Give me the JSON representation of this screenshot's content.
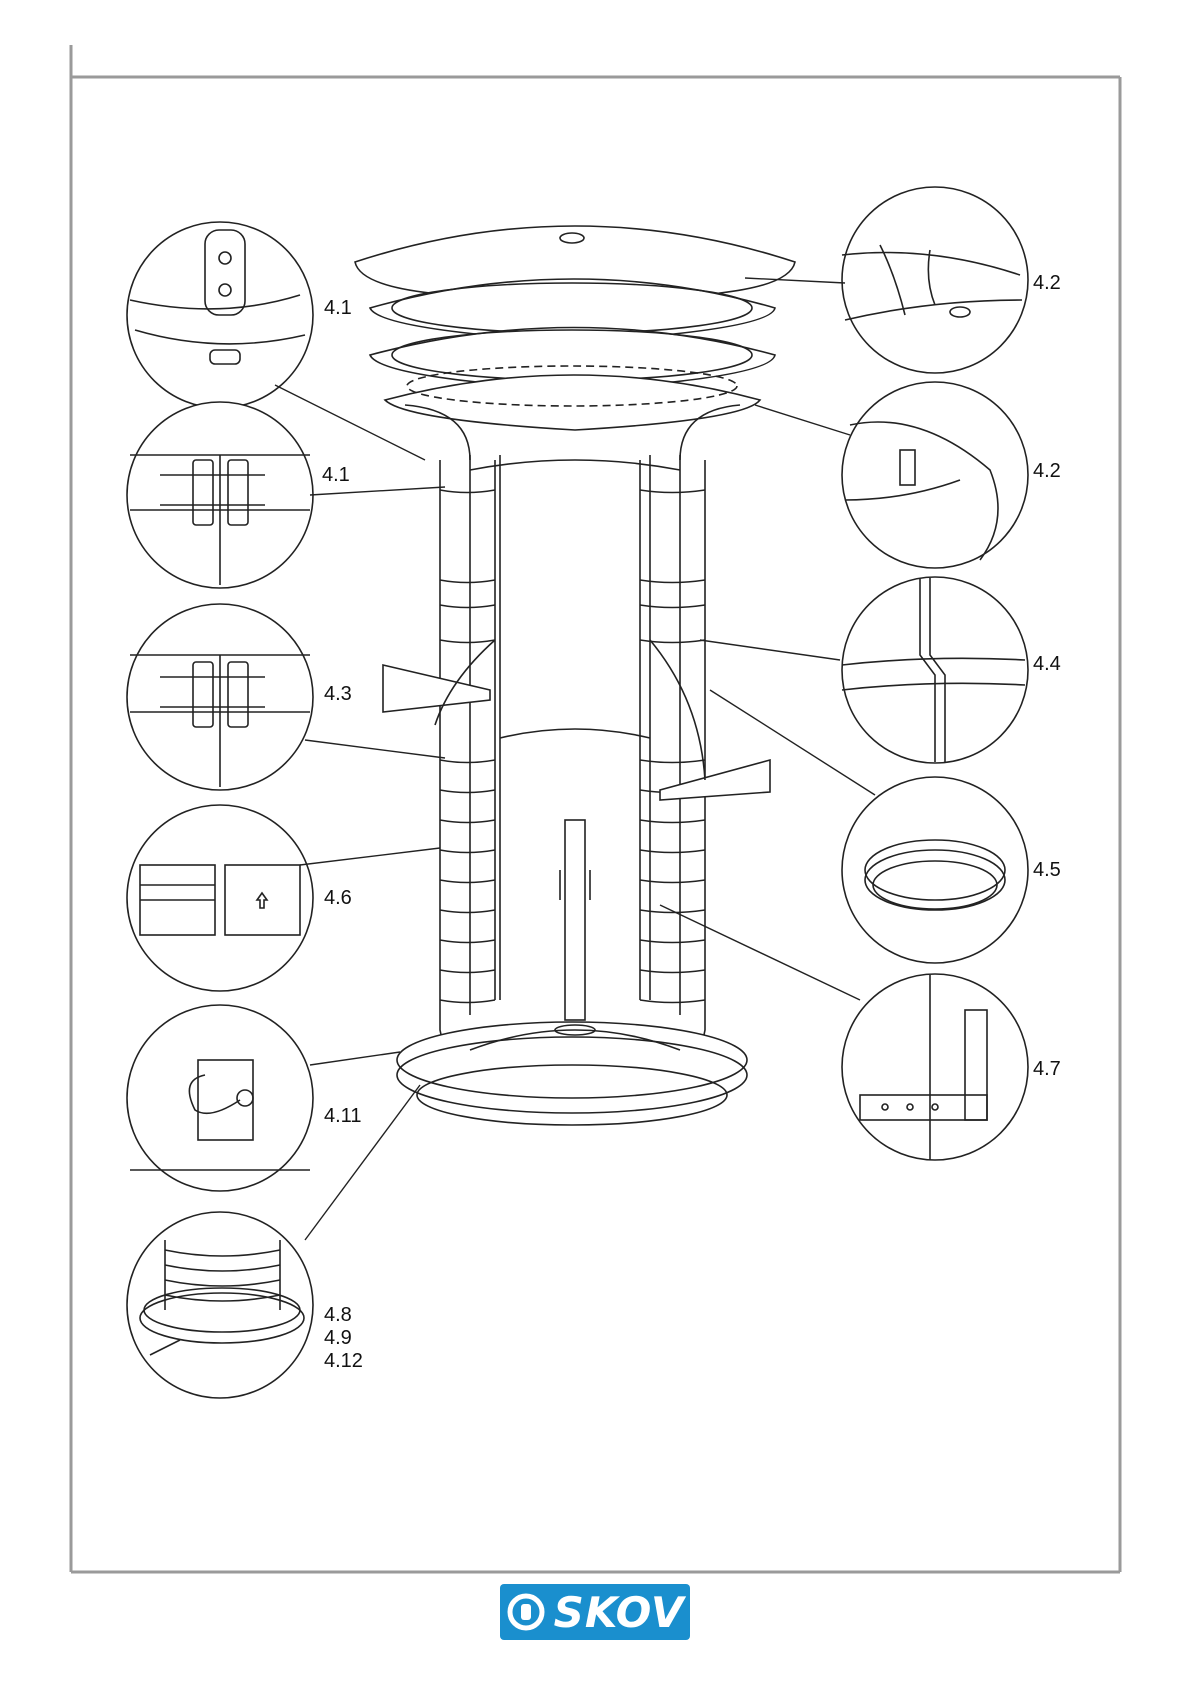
{
  "diagram": {
    "callouts": {
      "c41a": "4.1",
      "c41b": "4.1",
      "c43": "4.3",
      "c46": "4.6",
      "c411": "4.11",
      "c48": "4.8",
      "c49": "4.9",
      "c412": "4.12",
      "c42a": "4.2",
      "c42b": "4.2",
      "c44": "4.4",
      "c45": "4.5",
      "c47": "4.7"
    }
  },
  "footer": {
    "logo_text": "SKOV",
    "logo_color": "#1a8fce"
  }
}
